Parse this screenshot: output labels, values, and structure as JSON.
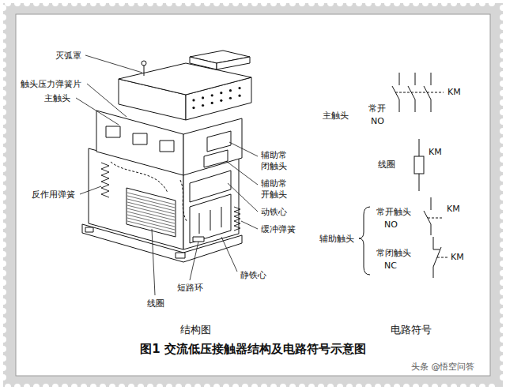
{
  "diagram": {
    "caption": "图1 交流低压接触器结构及电路符号示意图",
    "labels": [
      "灭弧罩",
      "触头压力弹簧片",
      "主触头",
      "反作用弹簧",
      "辅助常闭触头",
      "辅助常开触头",
      "动铁心",
      "缓冲弹簧",
      "静铁心",
      "短路环",
      "线圈",
      "结构图",
      "KM",
      "主触头",
      "常开",
      "NO",
      "线圈",
      "KM",
      "辅助触头",
      "常开触头",
      "NO",
      "KM",
      "常闭触头",
      "NC",
      "KM",
      "电路符号",
      "头条 @悟空问答"
    ]
  }
}
